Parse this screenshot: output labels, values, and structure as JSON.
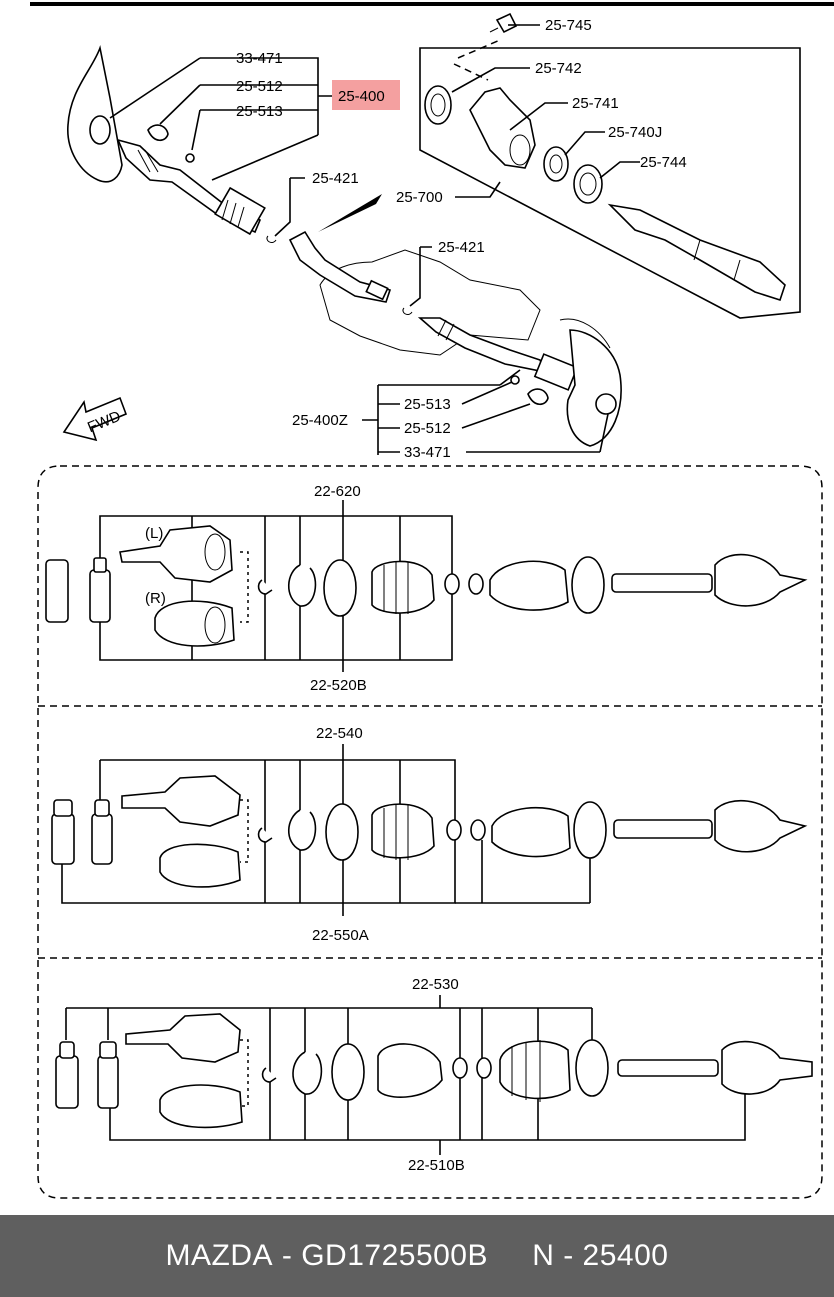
{
  "colors": {
    "highlight": "#f4a0a0",
    "footer_bg": "#5f5f5f",
    "footer_text": "#ffffff"
  },
  "top": {
    "labels": {
      "p33471": "33-471",
      "p25512": "25-512",
      "p25513": "25-513",
      "p25400": "25-400",
      "p25421a": "25-421",
      "p25421b": "25-421",
      "p25700": "25-700",
      "p25745": "25-745",
      "p25742": "25-742",
      "p25741": "25-741",
      "p25740j": "25-740J",
      "p25744": "25-744",
      "p25400z": "25-400Z",
      "p25513b": "25-513",
      "p25512b": "25-512",
      "p33471b": "33-471"
    },
    "fwd": "FWD"
  },
  "panel1": {
    "label_top": "22-620",
    "label_bottom": "22-520B",
    "left_tag": "(L)",
    "right_tag": "(R)"
  },
  "panel2": {
    "label_top": "22-540",
    "label_bottom": "22-550A"
  },
  "panel3": {
    "label_top": "22-530",
    "label_bottom": "22-510B"
  },
  "footer": {
    "brand": "MAZDA",
    "sep1": " - ",
    "part_number": "GD1725500B",
    "gap": "     ",
    "ref": "N - 25400"
  }
}
